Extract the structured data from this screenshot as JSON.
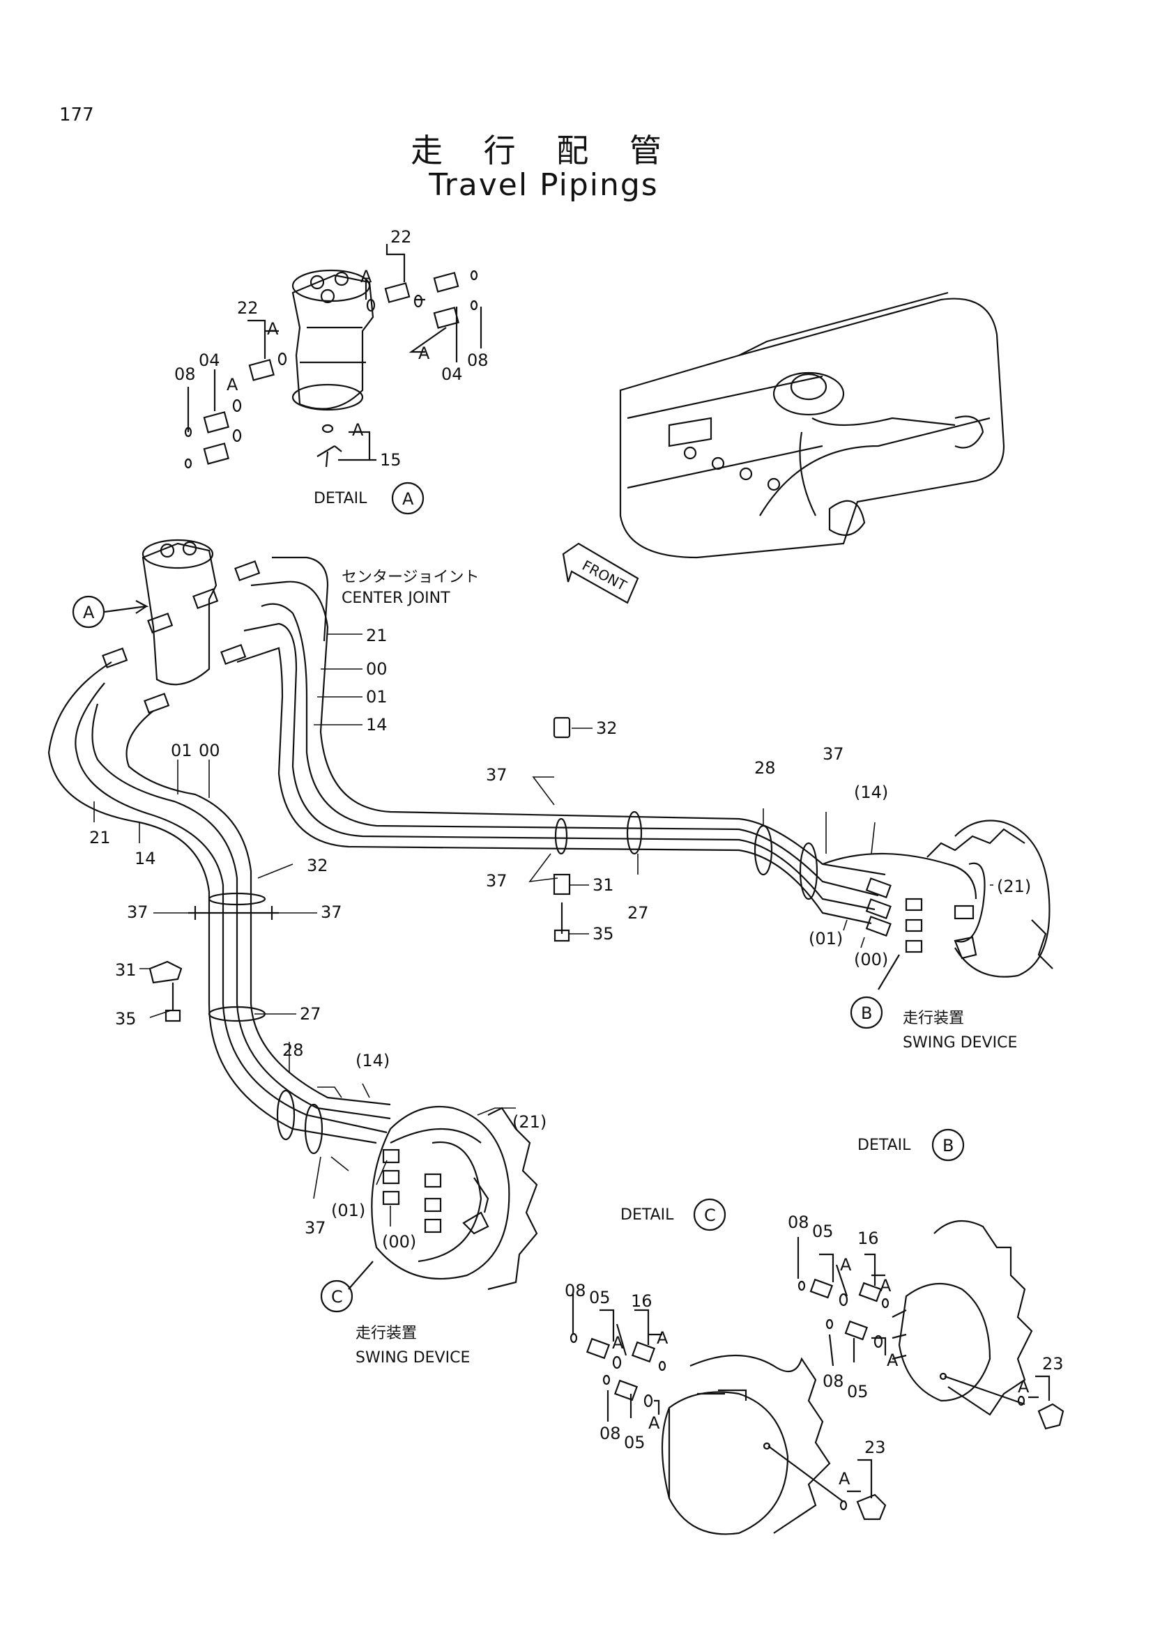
{
  "page_number": "177",
  "title_jp": "走 行 配 管",
  "title_en": "Travel Pipings",
  "center_joint": {
    "label_jp": "センタージョイント",
    "label_en": "CENTER  JOINT"
  },
  "front_label": "FRONT",
  "detail_prefix": "DETAIL",
  "callouts": {
    "a": "A",
    "b": "B",
    "c": "C"
  },
  "swing_device": {
    "label_jp": "走行装置",
    "label_en": "SWING  DEVICE"
  },
  "part_numbers": {
    "p00": "00",
    "p01": "01",
    "p04": "04",
    "p05": "05",
    "p08": "08",
    "p14": "14",
    "p15": "15",
    "p16": "16",
    "p21": "21",
    "p22": "22",
    "p23": "23",
    "p27": "27",
    "p28": "28",
    "p31": "31",
    "p32": "32",
    "p35": "35",
    "p37": "37",
    "p00p": "(00)",
    "p01p": "(01)",
    "p14p": "(14)",
    "p21p": "(21)"
  },
  "port_letter": "A"
}
